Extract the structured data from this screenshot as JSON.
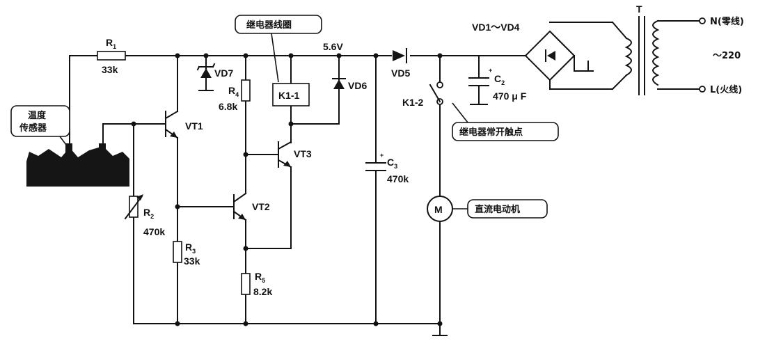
{
  "labels": {
    "r1": "R",
    "r1_sub": "1",
    "r1_val": "33k",
    "vd7": "VD7",
    "r4": "R",
    "r4_sub": "4",
    "r4_val": "6.8k",
    "k11": "K1-1",
    "vd6": "VD6",
    "v56": "5.6V",
    "vd5": "VD5",
    "c2": "C",
    "c2_sub": "2",
    "c2_val": "470 μ F",
    "k12": "K1-2",
    "vd1vd4": "VD1～VD4",
    "t": "T",
    "n_line": "N(零线)",
    "ac220": "～220",
    "l_line": "L(火线)",
    "vt1": "VT1",
    "vt2": "VT2",
    "vt3": "VT3",
    "r2": "R",
    "r2_sub": "2",
    "r2_val": "470k",
    "r3": "R",
    "r3_sub": "3",
    "r3_val": "33k",
    "r5": "R",
    "r5_sub": "5",
    "r5_val": "8.2k",
    "c3": "C",
    "c3_sub": "3",
    "c3_val": "470k",
    "motor": "M",
    "plus": "+"
  },
  "callouts": {
    "relay_coil": "继电器线圈",
    "relay_contact": "继电器常开触点",
    "dc_motor": "直流电动机",
    "sensor_line1": "温度",
    "sensor_line2": "传感器"
  }
}
